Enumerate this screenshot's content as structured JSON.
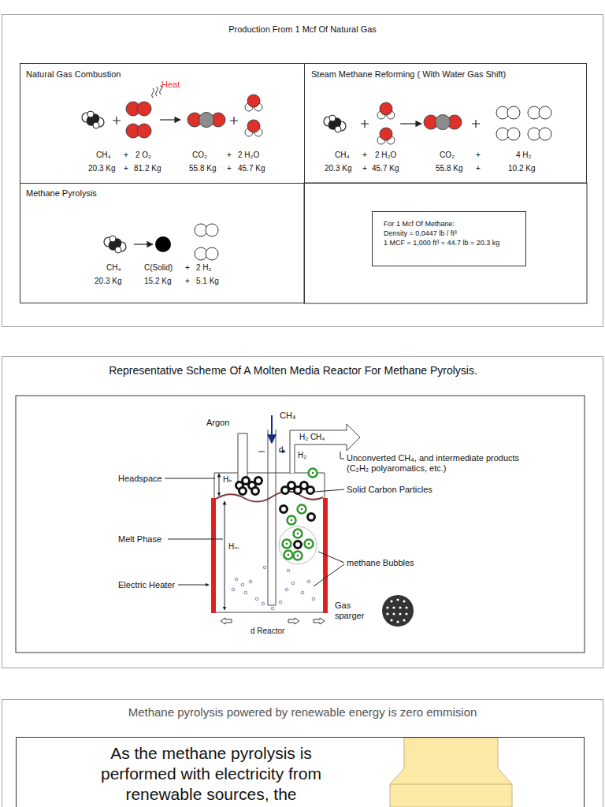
{
  "diagram": {
    "nodes": [
      {
        "text": [
          "Production From 1 Mcf Of Natural Gas"
        ]
      },
      {
        "text": [
          "Natural Gas Combustion",
          "Heat",
          "CH₄",
          "+",
          "2 O₂",
          "CO₂",
          "+",
          "2 H₂O",
          "20.3 Kg",
          "+",
          "81.2 Kg",
          "55.8 Kg",
          "+",
          "45.7 Kg"
        ],
        "in": 0
      },
      {
        "text": [
          "Steam Methane Reforming ( With Water Gas Shift)",
          "CH₄",
          "+",
          "2 H₂O",
          "CO₂",
          "+",
          "4 H₂",
          "20.3 Kg",
          "+",
          "45.7 Kg",
          "55.8 Kg",
          "+",
          "10.2 Kg"
        ],
        "in": 0
      },
      {
        "text": [
          "Methane Pyrolysis",
          "CH₄",
          "C(Solid)",
          "+",
          "2 H₂",
          "20.3 Kg",
          "15.2 Kg",
          "+",
          "5.1 Kg"
        ],
        "in": 0
      },
      {
        "text": [
          "For 1 Mcf Of Methane:",
          "Density = 0,0447 lb / ft³",
          "1 MCF = 1,000 ft³ = 44.7 lb = 20.3 kg"
        ],
        "in": 0
      },
      {
        "text": [
          "Representative Scheme Of A Molten Media Reactor For Methane Pyrolysis."
        ]
      },
      {
        "text": [
          "Methane pyrolysis powered by renewable energy is zero emmision"
        ]
      },
      {
        "text": [
          "As the methane pyrolysis is performed with electricity from renewable sources, the"
        ],
        "in": 6
      }
    ],
    "labels": [
      "Argon",
      "CH₄",
      "H₂ CH₄",
      "dₗ",
      "H₂",
      "Headspace",
      "Hₕ",
      "Unconverted CH₄, and intermediate products (C₂H₂ polyaromatics, etc.)",
      "Solid Carbon Particles",
      "Melt Phase",
      "Hₘ",
      "methane Bubbles",
      "Electric Heater",
      "Gas sparger",
      "d Reactor"
    ]
  }
}
